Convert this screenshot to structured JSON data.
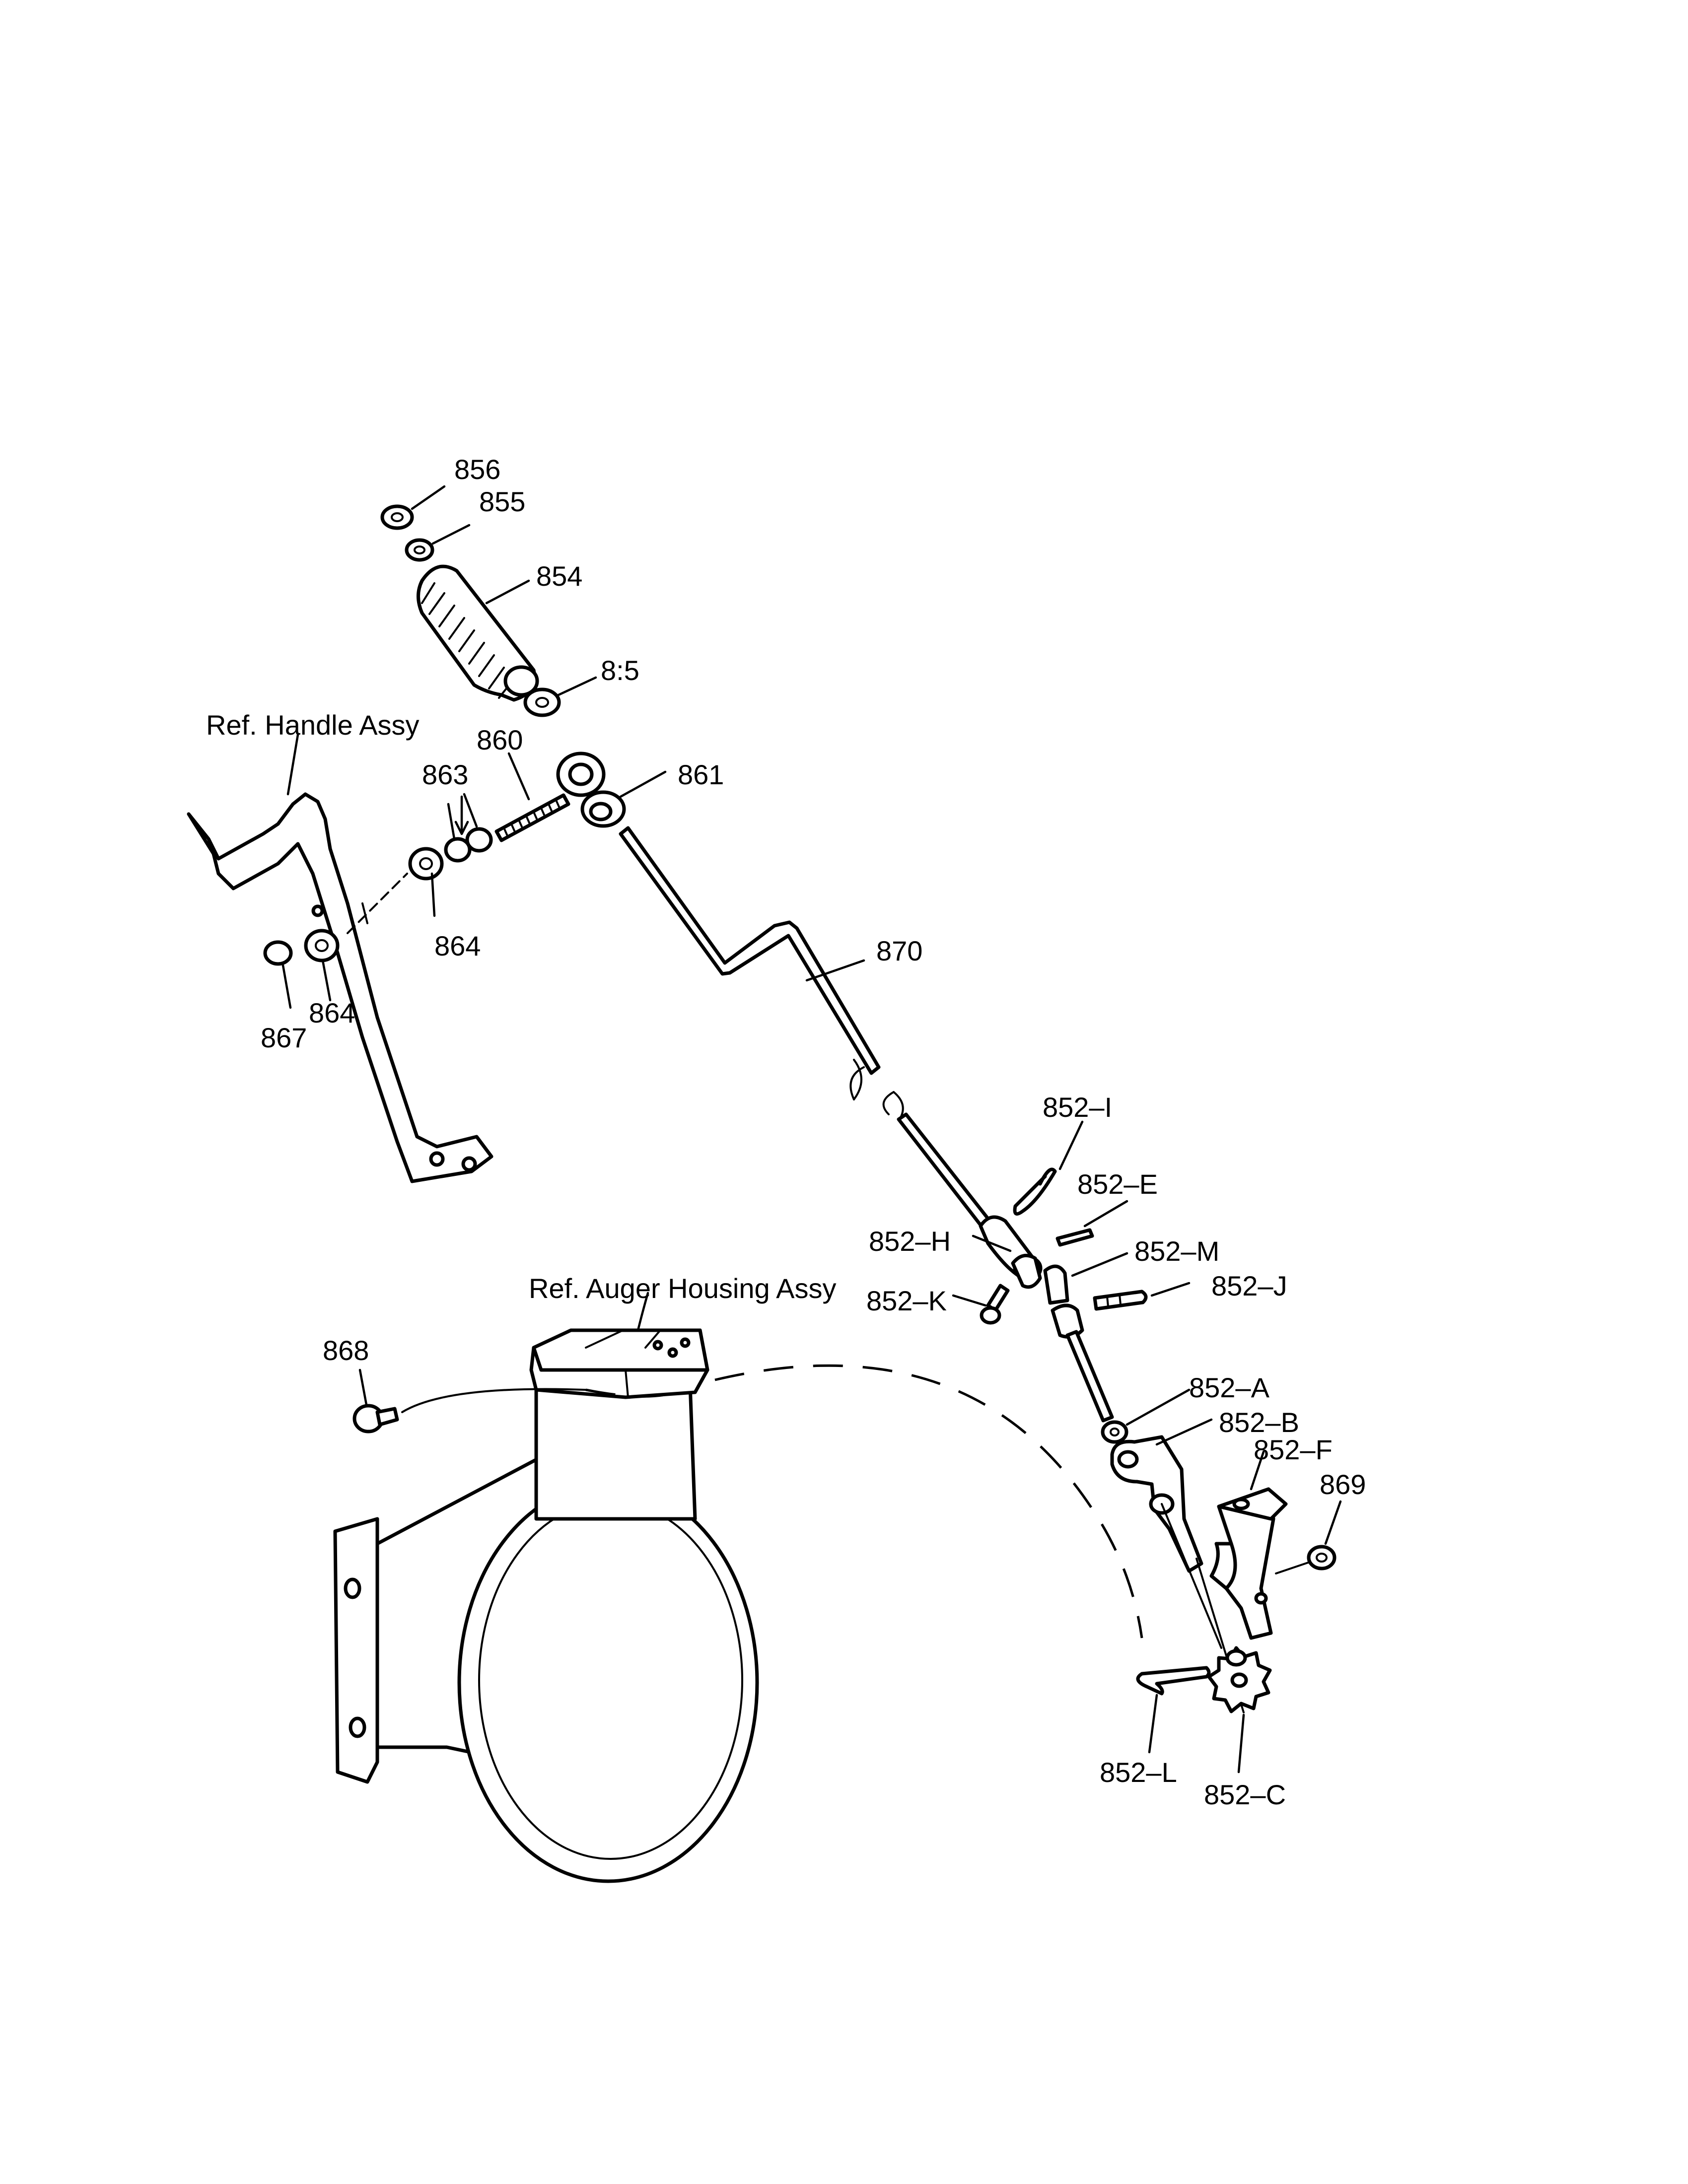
{
  "labels": {
    "p856": "856",
    "p855a": "855",
    "p854": "854",
    "p855b": "8:5",
    "ref_handle": "Ref. Handle Assy",
    "p860": "860",
    "p863": "863",
    "p861": "861",
    "p864a": "864",
    "p864b": "864",
    "p867": "867",
    "p870": "870",
    "p852i": "852–I",
    "p852e": "852–E",
    "p852h": "852–H",
    "p852m": "852–M",
    "p852k": "852–K",
    "p852j": "852–J",
    "ref_auger": "Ref. Auger Housing Assy",
    "p868": "868",
    "p852a": "852–A",
    "p852b": "852–B",
    "p852f": "852–F",
    "p869": "869",
    "p852l": "852–L",
    "p852c": "852–C"
  }
}
